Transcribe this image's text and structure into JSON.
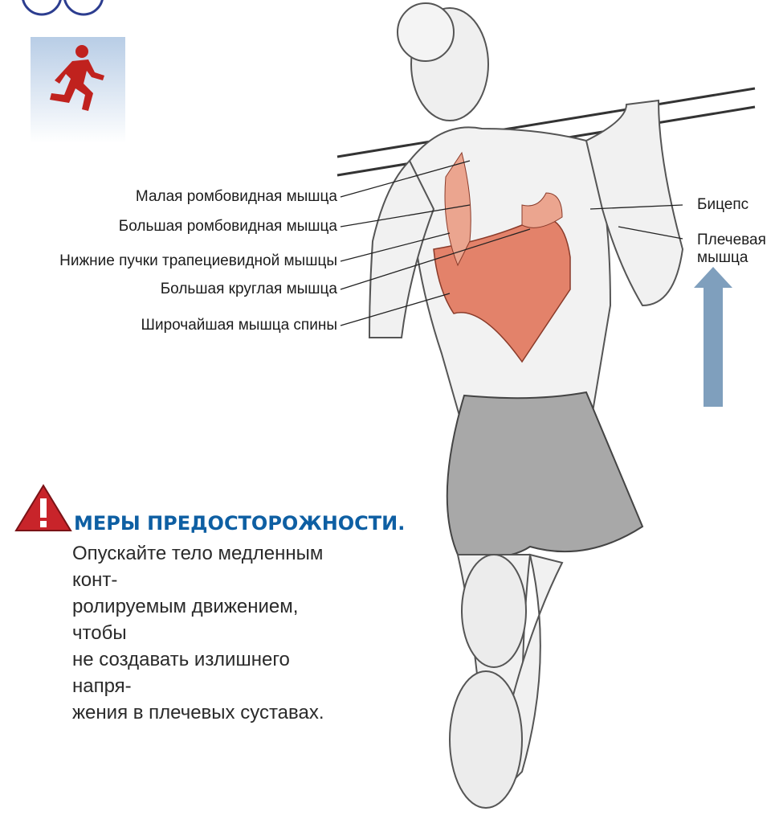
{
  "labels_left": [
    "Малая ромбовидная мышца",
    "Большая ромбовидная мышца",
    "Нижние пучки трапециевидной мышцы",
    "Большая круглая мышца",
    "Широчайшая мышца спины"
  ],
  "labels_right": {
    "biceps": "Бицепс",
    "brachialis_line1": "Плечевая",
    "brachialis_line2": "мышца"
  },
  "warning": {
    "title": "МЕРЫ ПРЕДОСТОРОЖНОСТИ.",
    "body_lines": [
      "Опускайте тело медленным конт-",
      "ролируемым движением, чтобы",
      "не создавать излишнего напря-",
      "жения в плечевых суставах."
    ]
  },
  "icons": {
    "top_left": "circle-icons",
    "category": "running-person-icon",
    "warning": "warning-triangle-icon",
    "direction": "up-arrow-icon"
  },
  "colors": {
    "muscle": "#e3826a",
    "warning_title": "#0e5fa3",
    "warning_icon": "#c8242a",
    "icon_bg_top": "#bfd3ea",
    "icon_figure": "#c0221e",
    "arrow": "#7f9fbd"
  }
}
